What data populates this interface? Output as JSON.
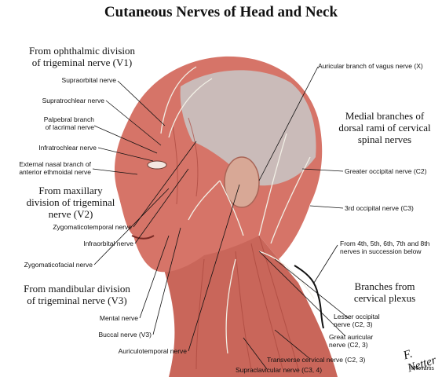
{
  "title": "Cutaneous Nerves of Head and Neck",
  "groups": {
    "ophthalmic": "From ophthalmic division\nof trigeminal nerve (V1)",
    "maxillary": "From maxillary\ndivision of trigeminal\nnerve (V2)",
    "mandibular": "From mandibular division\nof trigeminal nerve (V3)",
    "dorsal": "Medial branches of\ndorsal rami of cervical\nspinal nerves",
    "plexus": "Branches from\ncervical plexus"
  },
  "labels": {
    "supraorbital": "Supraorbital nerve",
    "supratrochlear": "Supratrochlear nerve",
    "palpebral": "Palpebral branch\nof lacrimal nerve",
    "infratrochlear": "Infratrochlear nerve",
    "external_nasal": "External nasal branch of\nanterior ethmoidal nerve",
    "zygomaticotemporal": "Zygomaticotemporal nerve",
    "infraorbital": "Infraorbital nerve",
    "zygomaticofacial": "Zygomaticofacial nerve",
    "mental": "Mental nerve",
    "buccal": "Buccal nerve (V3)",
    "auriculotemporal": "Auriculotemporal nerve",
    "auricular_vagus": "Auricular branch of vagus nerve (X)",
    "greater_occipital": "Greater occipital nerve (C2)",
    "third_occipital": "3rd occipital nerve (C3)",
    "succession": "From 4th, 5th, 6th, 7th and 8th\nnerves in succession below",
    "lesser_occipital": "Lesser occipital\nnerve (C2, 3)",
    "great_auricular": "Great auricular\nnerve (C2, 3)",
    "transverse_cervical": "Transverse cervical nerve (C2, 3)",
    "supraclavicular": "Supraclavicular nerve (C3, 4)"
  },
  "signature": "F. Netter",
  "copyright": "©Novartis"
}
